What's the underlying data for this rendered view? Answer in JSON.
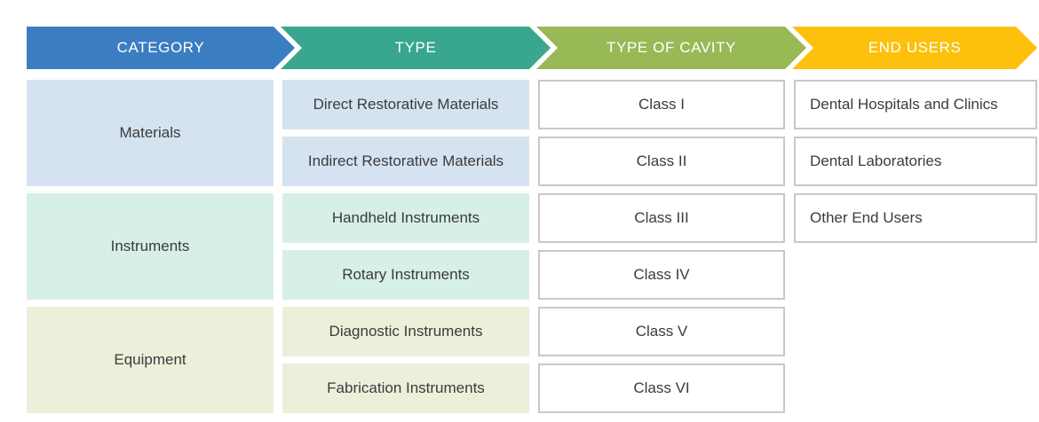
{
  "header": {
    "columns": [
      {
        "label": "CATEGORY",
        "color": "#3b7dc1"
      },
      {
        "label": "TYPE",
        "color": "#38a78e"
      },
      {
        "label": "TYPE OF CAVITY",
        "color": "#98b956"
      },
      {
        "label": "END USERS",
        "color": "#fcc00d"
      }
    ],
    "text_color": "#ffffff"
  },
  "groups": [
    {
      "category": "Materials",
      "tint": "#d5e3f1",
      "types": [
        "Direct Restorative Materials",
        "Indirect Restorative Materials"
      ]
    },
    {
      "category": "Instruments",
      "tint": "#d6f0e8",
      "types": [
        "Handheld Instruments",
        "Rotary Instruments"
      ]
    },
    {
      "category": "Equipment",
      "tint": "#eaf0da",
      "types": [
        "Diagnostic Instruments",
        "Fabrication Instruments"
      ]
    }
  ],
  "cavity_classes": [
    "Class I",
    "Class II",
    "Class III",
    "Class IV",
    "Class V",
    "Class VI"
  ],
  "end_users": [
    "Dental Hospitals and Clinics",
    "Dental Laboratories",
    "Other End Users"
  ],
  "styles": {
    "cell_text_color": "#3b3b3b",
    "box_border_color": "#c8c8c8",
    "background": "#ffffff"
  }
}
